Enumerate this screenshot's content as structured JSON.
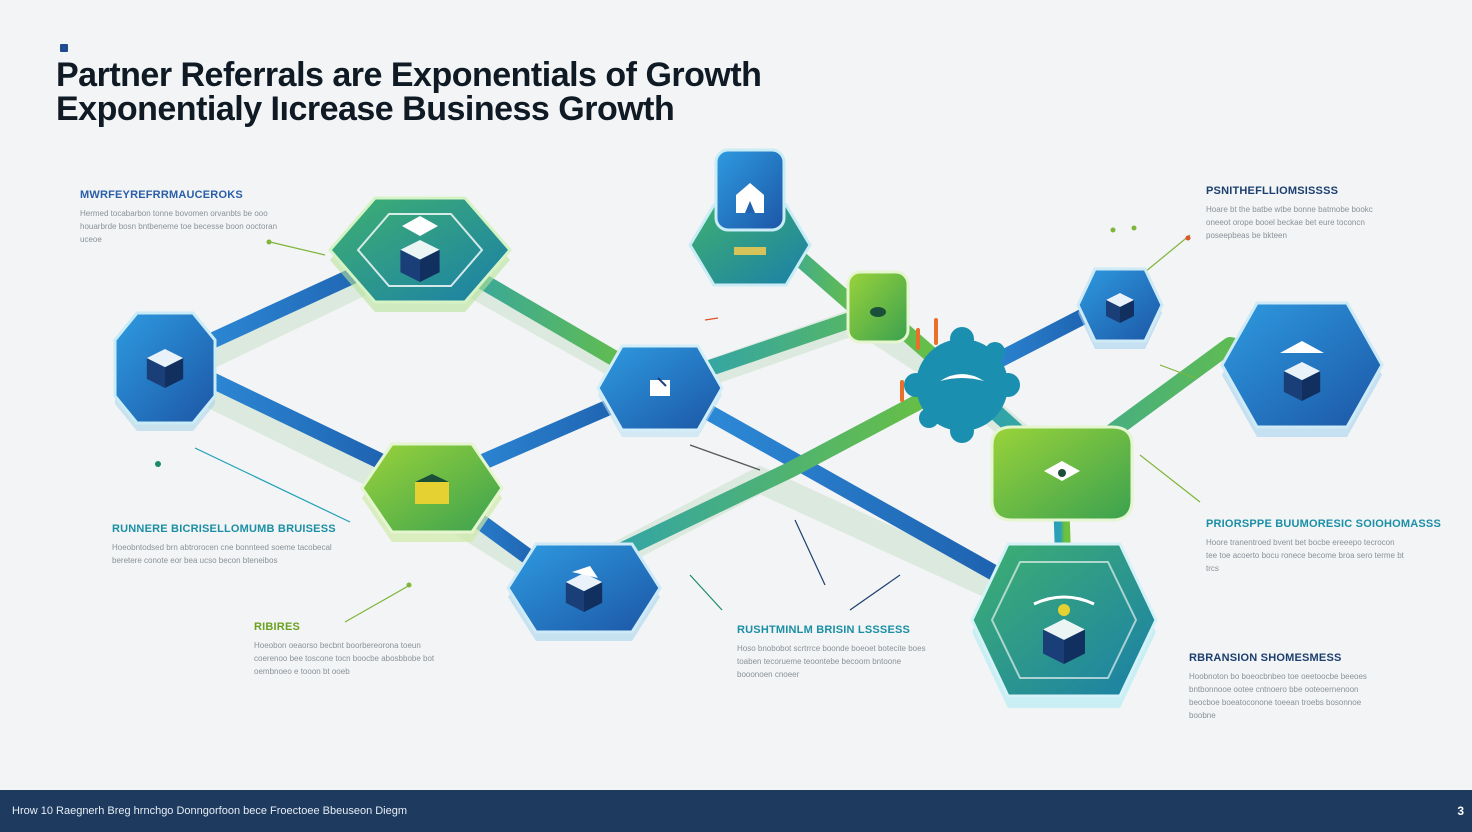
{
  "title": {
    "line1": "Partner Referrals are Exponentials of Growth",
    "line2": "Exponentialy Iıcrease Business Growth"
  },
  "callouts": [
    {
      "head": "MWRFEYREFRRMAUCEROKS",
      "body": "Hermed tocabarbon tonne bovomen orvanbts be ooo houarbrde bosn bntbeneme toe becesse boon ooctoran uceoe",
      "color": "blue"
    },
    {
      "head": "PSNITHEFLLIOMSISSSS",
      "body": "Hoare bt the batbe wtbe bonne batmobe bookc oneeot orope booel beckae bet eure toconcn poseepbeas be bkteen",
      "color": "navy"
    },
    {
      "head": "RUNNERE BICRISELLOMUMB BRUISESS",
      "body": "Hoeobntodsed brn abtrorocen cne bonnteed soeme tacobecal beretere conote eor bea ucso becon bteneibos",
      "color": "teal"
    },
    {
      "head": "PRIORSPPE BUUMORESIC SOIOHOMASSS",
      "body": "Hoore tranentroed bvent bet bocbe ereeepo tecrocon tee toe acoerto bocu ronece become broa sero terme bt trcs",
      "color": "teal"
    },
    {
      "head": "RIBIRES",
      "body": "Hoeobon oeaorso becbnt boorbereorona toeun coerenoo bee toscone tocn boocbe abosbbobe bot oembnoeo e tooon bt ooeb",
      "color": "green"
    },
    {
      "head": "RUSHTMINLM BRISIN LSSSESS",
      "body": "Hoso bnobobot scrtrrce boonde boeoet botecite boes toaben tecorueme teoontebe becoom bntoone booonoen cnoeer",
      "color": "teal"
    },
    {
      "head": "RBRANSION SHOMESMESS",
      "body": "Hoobnoton bo boeocbnbeo toe oeetoocbe beeoes bntbonnooe ootee cntnoero bbe ooteoernenoon beocboe boeatoconone toeean troebs bosonnoe boobne",
      "color": "navy"
    }
  ],
  "footer": {
    "text": "Hrow 10 Raegnerh Breg hrnchgo Donngorfoon bece Froectoee Bbeuseon Diegm",
    "page": "3"
  },
  "colors": {
    "blue_path": "#2a76c9",
    "green_path": "#5fba3c",
    "node_blue": "#1f63b0",
    "node_green": "#2f9a5e",
    "footer_bg": "#1e3a5f"
  }
}
